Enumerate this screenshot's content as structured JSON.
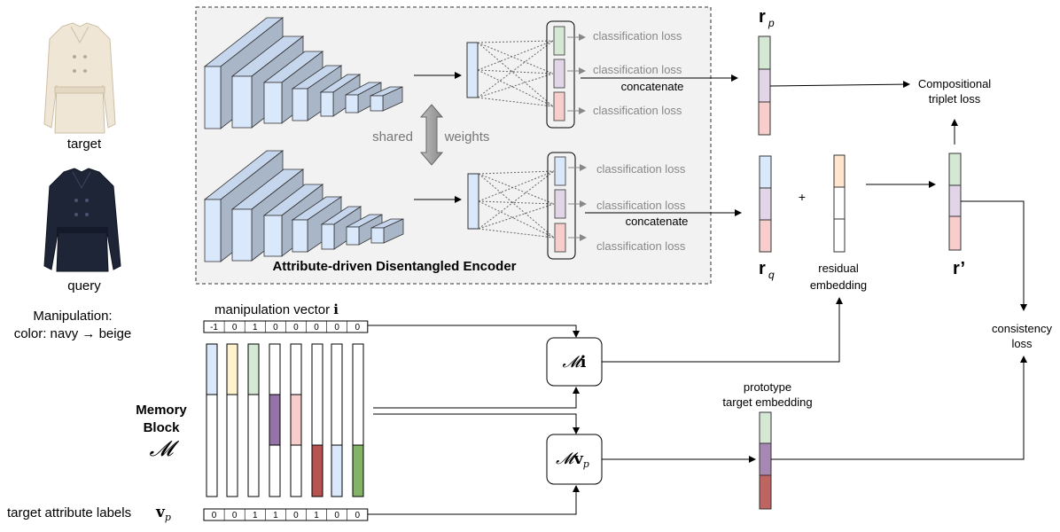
{
  "images": {
    "target_label": "target",
    "query_label": "query"
  },
  "manipulation": {
    "title": "Manipulation:",
    "detail": "color: navy → beige"
  },
  "encoder": {
    "title": "Attribute-driven Disentangled Encoder",
    "shared_left": "shared",
    "shared_right": "weights",
    "loss_label": "classification loss",
    "concat_label": "concatenate"
  },
  "embeddings": {
    "rp_main": "r",
    "rp_sub": "p",
    "rq_main": "r",
    "rq_sub": "q",
    "plus": "+",
    "residual_line1": "residual",
    "residual_line2": "embedding",
    "rprime": "r’",
    "compositional_line1": "Compositional",
    "compositional_line2": "triplet loss",
    "consistency_line1": "consistency",
    "consistency_line2": "loss",
    "prototype_line1": "prototype",
    "prototype_line2": "target embedding"
  },
  "memory": {
    "title_line1": "Memory",
    "title_line2": "Block",
    "symbol": "𝓜",
    "manip_vector_label": "manipulation vector",
    "manip_vector_symbol": "i",
    "manip_vector": [
      "-1",
      "0",
      "1",
      "0",
      "0",
      "0",
      "0",
      "0"
    ],
    "target_labels_label": "target attribute labels",
    "target_labels_symbol": "v",
    "target_labels_sub": "p",
    "target_labels": [
      "0",
      "0",
      "1",
      "1",
      "0",
      "1",
      "0",
      "0"
    ],
    "mi_symbol": "𝓜",
    "mi_bold": "i",
    "mv_symbol": "𝓜",
    "mv_bold": "v",
    "mv_sub": "p"
  },
  "colors": {
    "green": "#d5e8d4",
    "purple": "#e1d5e7",
    "red": "#f8cecc",
    "blue": "#dae8fc",
    "orange": "#ffe6cc",
    "yellow": "#fff2cc",
    "dark_green": "#82b366",
    "dark_purple": "#9673a6",
    "dark_red": "#b85450",
    "layer_front": "#dae8fc",
    "layer_side": "#a9b6c8",
    "layer_top": "#c6d6ec"
  },
  "icons": [
    "coat-beige-icon",
    "coat-navy-icon",
    "double-arrow-icon"
  ]
}
